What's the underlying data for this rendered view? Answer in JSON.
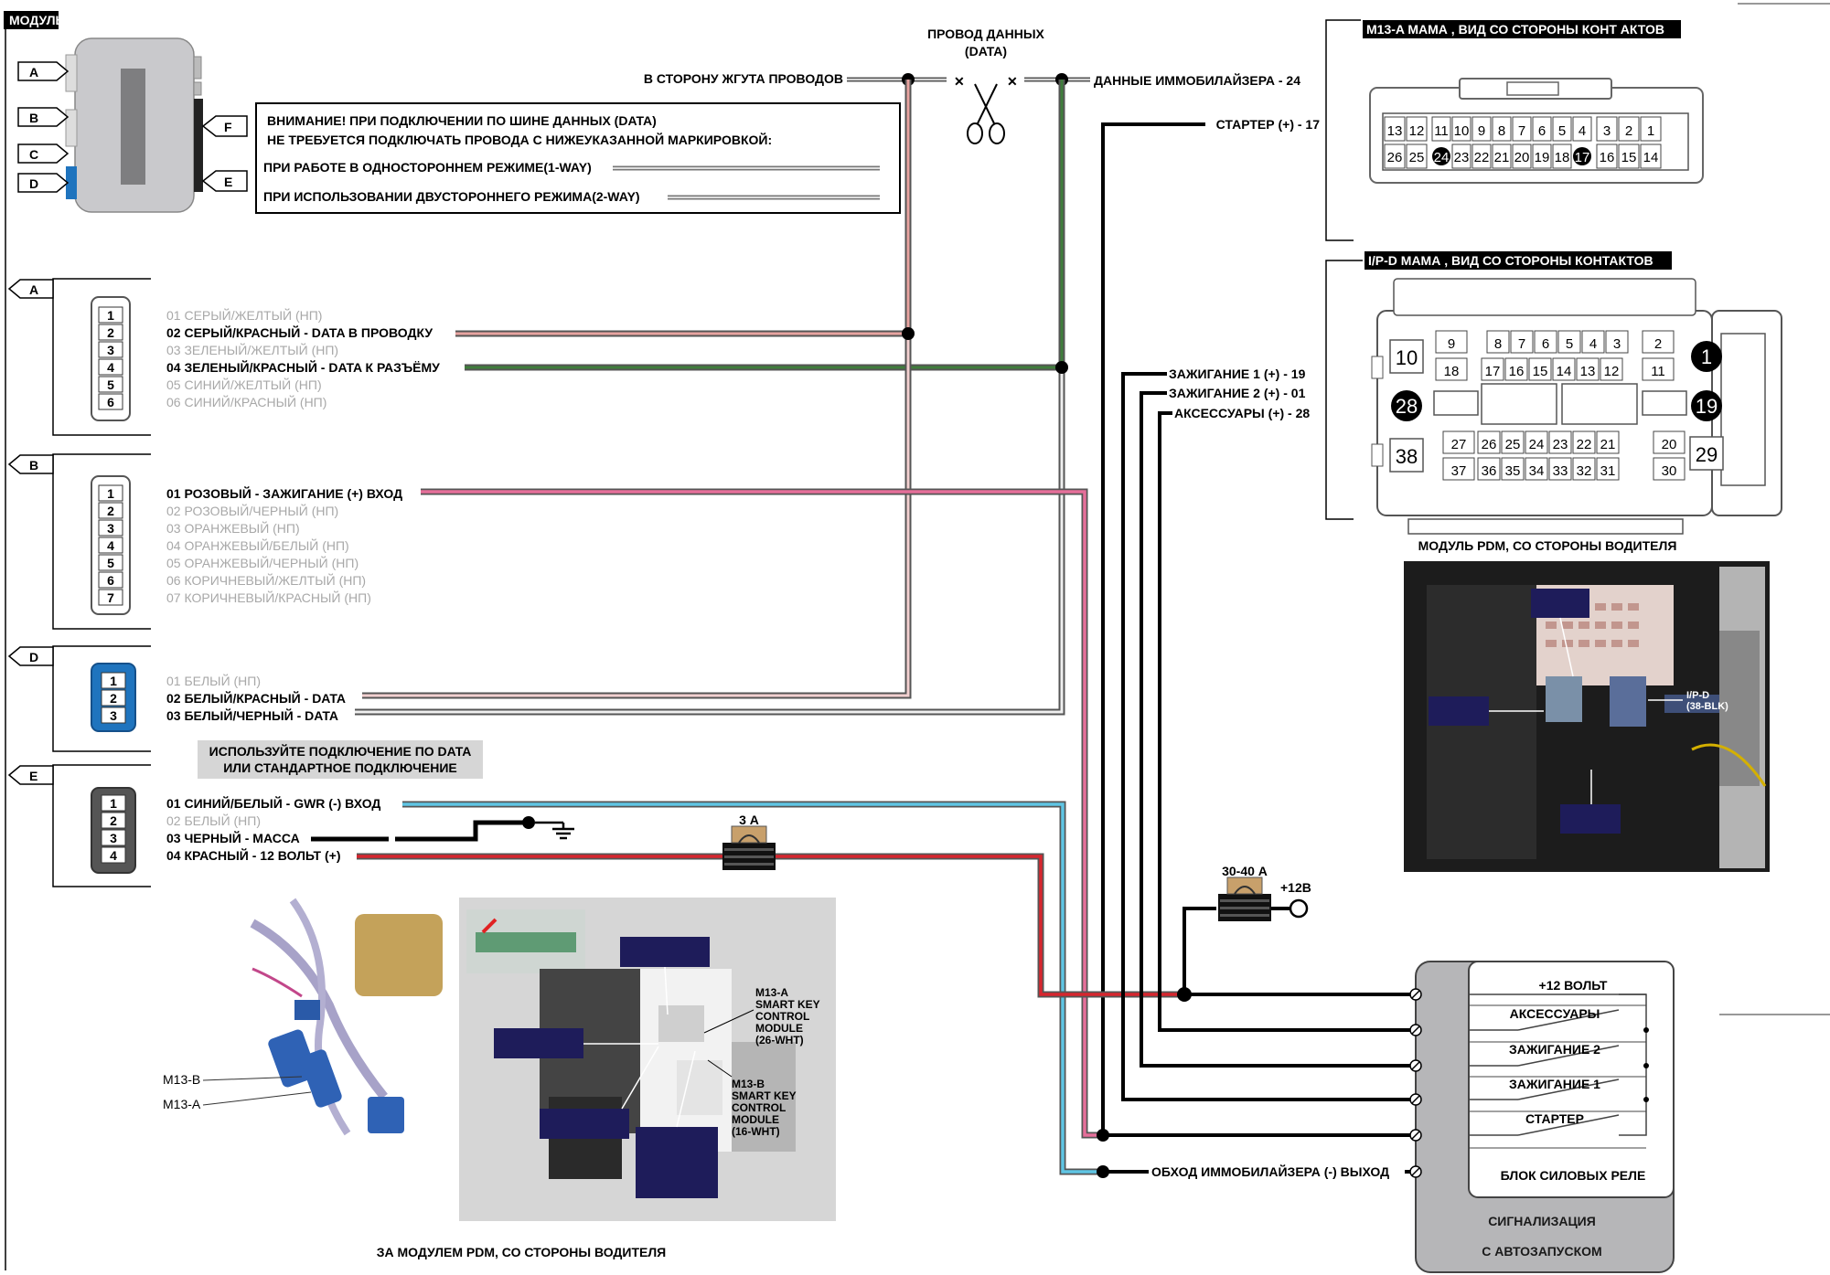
{
  "module": {
    "title": "МОДУЛЬ",
    "connector_letters": [
      "A",
      "B",
      "C",
      "D",
      "F",
      "E"
    ]
  },
  "warning": {
    "line1": "ВНИМАНИЕ! ПРИ ПОДКЛЮЧЕНИИ ПО ШИНЕ ДАННЫХ (DATA)",
    "line2": "НЕ ТРЕБУЕТСЯ ПОДКЛЮЧАТЬ ПРОВОДА С НИЖЕУКАЗАННОЙ МАРКИРОВКОЙ:",
    "one_way": "ПРИ РАБОТЕ В ОДНОСТОРОННЕМ РЕЖИМЕ(1-WAY)",
    "two_way": "ПРИ ИСПОЛЬЗОВАНИИ ДВУСТОРОННЕГО РЕЖИМА(2-WAY)"
  },
  "data_wire": {
    "title_1": "ПРОВОД ДАННЫХ",
    "title_2": "(DATA)",
    "harness_side": "В СТОРОНУ ЖГУТА ПРОВОДОВ",
    "immo_data": "ДАННЫЕ ИММОБИЛАЙЗЕРА - 24",
    "starter": "СТАРТЕР (+) - 17"
  },
  "connector_a": {
    "letter": "A",
    "pins": [
      "1",
      "2",
      "3",
      "4",
      "5",
      "6"
    ],
    "wires": [
      {
        "text": "01 СЕРЫЙ/ЖЕЛТЫЙ (НП)",
        "active": false
      },
      {
        "text": "02 СЕРЫЙ/КРАСНЫЙ - DATA В ПРОВОДКУ",
        "active": true
      },
      {
        "text": "03 ЗЕЛЕНЫЙ/ЖЕЛТЫЙ (НП)",
        "active": false
      },
      {
        "text": "04 ЗЕЛЕНЫЙ/КРАСНЫЙ - DATA К РАЗЪЁМУ",
        "active": true
      },
      {
        "text": "05 СИНИЙ/ЖЕЛТЫЙ (НП)",
        "active": false
      },
      {
        "text": "06 СИНИЙ/КРАСНЫЙ (НП)",
        "active": false
      }
    ]
  },
  "connector_b": {
    "letter": "B",
    "pins": [
      "1",
      "2",
      "3",
      "4",
      "5",
      "6",
      "7"
    ],
    "wires": [
      {
        "text": "01 РОЗОВЫЙ - ЗАЖИГАНИЕ (+) ВХОД",
        "active": true
      },
      {
        "text": "02 РОЗОВЫЙ/ЧЕРНЫЙ (НП)",
        "active": false
      },
      {
        "text": "03 ОРАНЖЕВЫЙ (НП)",
        "active": false
      },
      {
        "text": "04 ОРАНЖЕВЫЙ/БЕЛЫЙ (НП)",
        "active": false
      },
      {
        "text": "05 ОРАНЖЕВЫЙ/ЧЕРНЫЙ (НП)",
        "active": false
      },
      {
        "text": "06 КОРИЧНЕВЫЙ/ЖЕЛТЫЙ (НП)",
        "active": false
      },
      {
        "text": "07 КОРИЧНЕВЫЙ/КРАСНЫЙ (НП)",
        "active": false
      }
    ]
  },
  "connector_d": {
    "letter": "D",
    "pins": [
      "1",
      "2",
      "3"
    ],
    "wires": [
      {
        "text": "01 БЕЛЫЙ (НП)",
        "active": false
      },
      {
        "text": "02 БЕЛЫЙ/КРАСНЫЙ - DATA",
        "active": true
      },
      {
        "text": "03 БЕЛЫЙ/ЧЕРНЫЙ - DATA",
        "active": true
      }
    ]
  },
  "connector_e": {
    "letter": "E",
    "note_1": "ИСПОЛЬЗУЙТЕ  ПОДКЛЮЧЕНИЕ ПО DATA",
    "note_2": "ИЛИ  СТАНДАРТНОЕ ПОДКЛЮЧЕНИЕ",
    "pins": [
      "1",
      "2",
      "3",
      "4"
    ],
    "wires": [
      {
        "text": "01 СИНИЙ/БЕЛЫЙ - GWR (-) ВХОД",
        "active": true
      },
      {
        "text": "02 БЕЛЫЙ (НП)",
        "active": false
      },
      {
        "text": "03 ЧЕРНЫЙ - МАССА",
        "active": true
      },
      {
        "text": "04 КРАСНЫЙ - 12 ВОЛЬТ (+)",
        "active": true
      }
    ],
    "fuse": "3 А"
  },
  "ignition_labels": {
    "ign1": "ЗАЖИГАНИЕ 1 (+) - 19",
    "ign2": "ЗАЖИГАНИЕ 2 (+) - 01",
    "acc": "АКСЕССУАРЫ (+) - 28"
  },
  "main_fuse": {
    "rating": "30-40 А",
    "supply": "+12В"
  },
  "immo_bypass": "ОБХОД ИММОБИЛАЙЗЕРА (-) ВЫХОД",
  "alarm_unit": {
    "relays": [
      "+12 ВОЛЬТ",
      "АКСЕССУАРЫ",
      "ЗАЖИГАНИЕ 2",
      "ЗАЖИГАНИЕ 1",
      "СТАРТЕР"
    ],
    "relay_block": "БЛОК СИЛОВЫХ РЕЛЕ",
    "title_1": "СИГНАЛИЗАЦИЯ",
    "title_2": "С АВТОЗАПУСКОМ"
  },
  "m13a": {
    "title": "M13-A МАМА , ВИД СО СТОРОНЫ КОНТ АКТОВ",
    "row1": [
      "13",
      "12",
      "11",
      "10",
      "9",
      "8",
      "7",
      "6",
      "5",
      "4",
      "3",
      "2",
      "1"
    ],
    "row2": [
      "26",
      "25",
      "24",
      "23",
      "22",
      "21",
      "20",
      "19",
      "18",
      "17",
      "16",
      "15",
      "14"
    ]
  },
  "ipd": {
    "title": "I/P-D МАМА , ВИД СО СТОРОНЫ КОНТАКТОВ",
    "cavities_top": [
      "9",
      "8",
      "7",
      "6",
      "5",
      "4",
      "3",
      "2"
    ],
    "cavities_row2": [
      "18",
      "17",
      "16",
      "15",
      "14",
      "13",
      "12",
      "11"
    ],
    "cavities_row4": [
      "27",
      "26",
      "25",
      "24",
      "23",
      "22",
      "21",
      "20"
    ],
    "cavities_row5": [
      "37",
      "36",
      "35",
      "34",
      "33",
      "32",
      "31",
      "30"
    ],
    "big": [
      "10",
      "1",
      "28",
      "19",
      "38",
      "29"
    ]
  },
  "photos": {
    "pdm_caption": "МОДУЛЬ PDM, СО СТОРОНЫ ВОДИТЕЛЯ",
    "ipd_label_1": "I/P-D",
    "ipd_label_2": "(38-BLK)",
    "m13b_label": "M13-B",
    "m13a_label": "M13-A",
    "smart_a": [
      "M13-A",
      "SMART KEY",
      "CONTROL",
      "MODULE",
      "(26-WHT)"
    ],
    "smart_b": [
      "M13-B",
      "SMART KEY",
      "CONTROL",
      "MODULE",
      "(16-WHT)"
    ],
    "behind_caption": "ЗА МОДУЛЕМ PDM, СО СТОРОНЫ ВОДИТЕЛЯ"
  },
  "colors": {
    "wire_pink": "#e66f9a",
    "wire_green": "#3f7d3c",
    "wire_red": "#d7262e",
    "wire_blue": "#5fc5e4",
    "wire_gray_red": "#c98a88",
    "connector_blue": "#1f74be",
    "label_navy": "#1e1c5a",
    "muted_text": "#a8a8a8"
  },
  "chart_data": {
    "type": "wiring-diagram",
    "title": "",
    "series": []
  }
}
